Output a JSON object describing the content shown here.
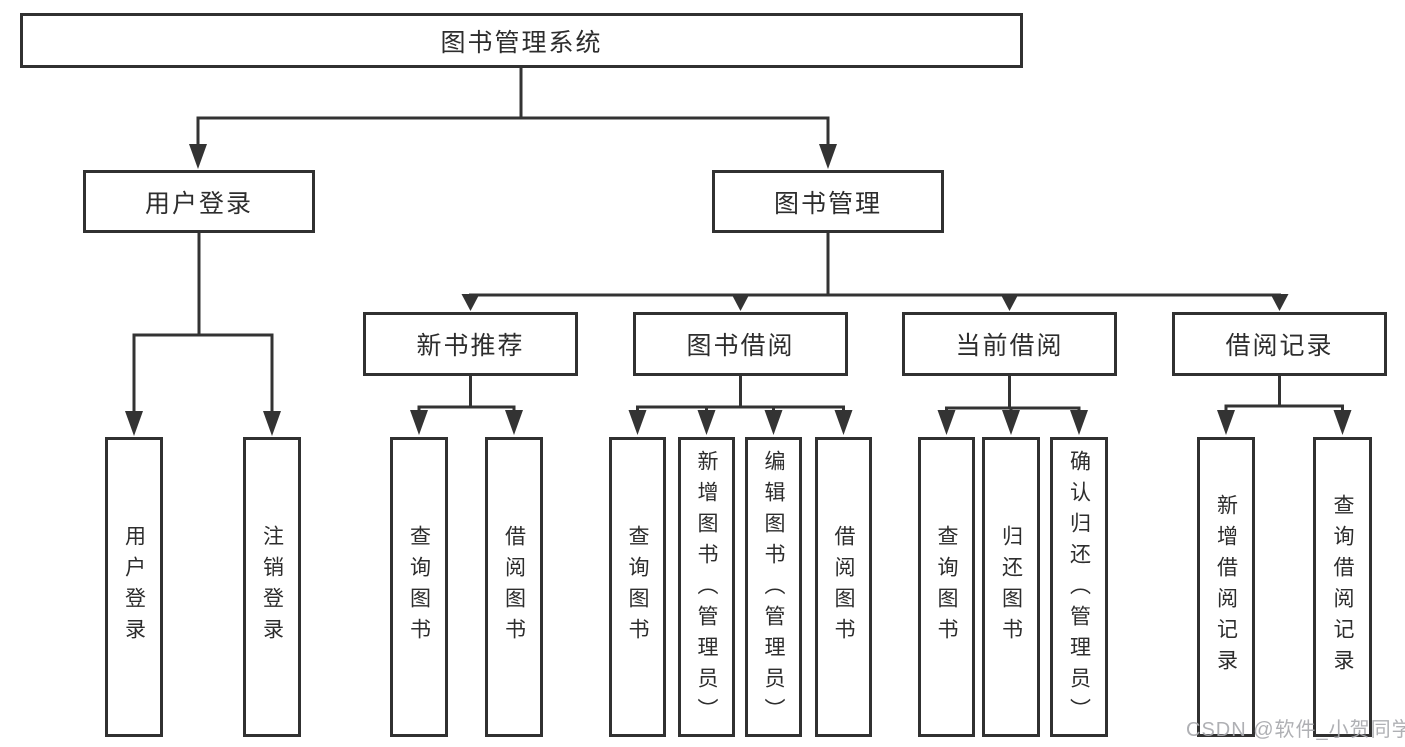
{
  "diagram_type": "hierarchy-structure-chart",
  "colors": {
    "line": "#333333",
    "box_border": "#313131",
    "text": "#2d2d2d",
    "background": "#ffffff",
    "watermark": "#a9aaae"
  },
  "nodes": {
    "root": "图书管理系统",
    "user_login": "用户登录",
    "book_mgmt": "图书管理",
    "new_book_rec": "新书推荐",
    "book_borrow": "图书借阅",
    "current_borrow": "当前借阅",
    "borrow_record": "借阅记录",
    "ul_user_login": "用户登录",
    "ul_logout": "注销登录",
    "nb_query": "查询图书",
    "nb_borrow": "借阅图书",
    "bb_query": "查询图书",
    "bb_add": "新增图书（管理员）",
    "bb_edit": "编辑图书（管理员）",
    "bb_borrow": "借阅图书",
    "cb_query": "查询图书",
    "cb_return": "归还图书",
    "cb_confirm": "确认归还（管理员）",
    "br_add": "新增借阅记录",
    "br_query": "查询借阅记录"
  },
  "tree": {
    "label": "图书管理系统",
    "children": [
      {
        "label": "用户登录",
        "children": [
          {
            "label": "用户登录"
          },
          {
            "label": "注销登录"
          }
        ]
      },
      {
        "label": "图书管理",
        "children": [
          {
            "label": "新书推荐",
            "children": [
              {
                "label": "查询图书"
              },
              {
                "label": "借阅图书"
              }
            ]
          },
          {
            "label": "图书借阅",
            "children": [
              {
                "label": "查询图书"
              },
              {
                "label": "新增图书（管理员）"
              },
              {
                "label": "编辑图书（管理员）"
              },
              {
                "label": "借阅图书"
              }
            ]
          },
          {
            "label": "当前借阅",
            "children": [
              {
                "label": "查询图书"
              },
              {
                "label": "归还图书"
              },
              {
                "label": "确认归还（管理员）"
              }
            ]
          },
          {
            "label": "借阅记录",
            "children": [
              {
                "label": "新增借阅记录"
              },
              {
                "label": "查询借阅记录"
              }
            ]
          }
        ]
      }
    ]
  },
  "watermark": "CSDN @软件_小贺同学"
}
